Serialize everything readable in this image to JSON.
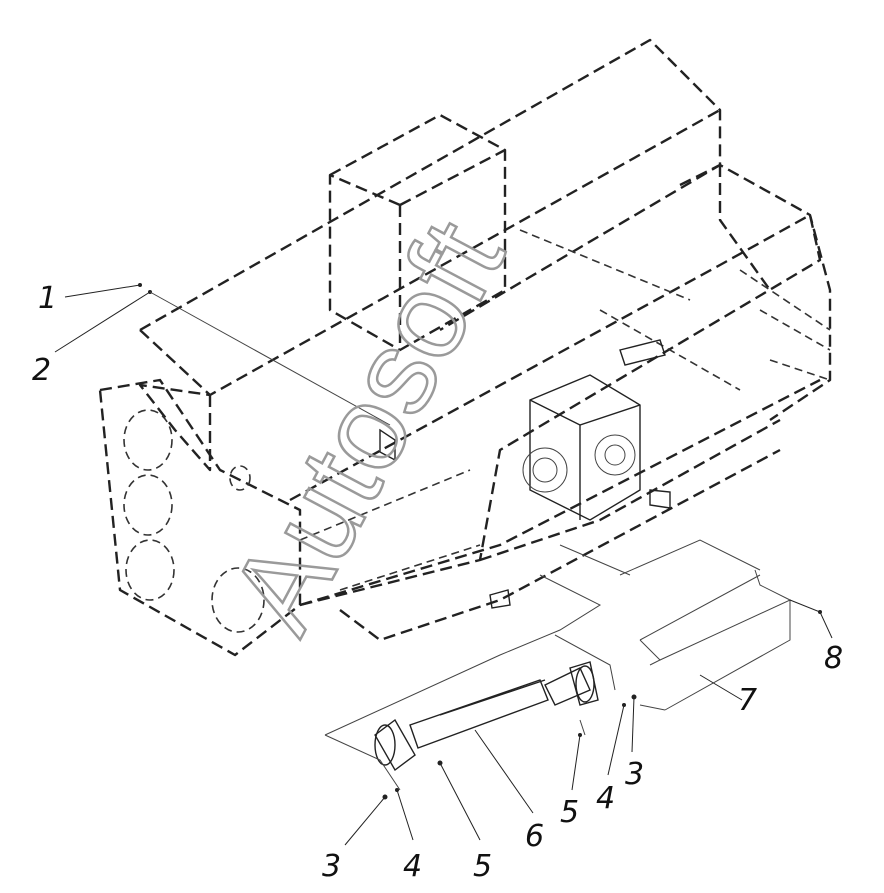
{
  "diagram": {
    "watermark": "Autosoft",
    "callouts": [
      {
        "id": "c1",
        "label": "1"
      },
      {
        "id": "c2",
        "label": "2"
      },
      {
        "id": "c3a",
        "label": "3"
      },
      {
        "id": "c3b",
        "label": "3"
      },
      {
        "id": "c4a",
        "label": "4"
      },
      {
        "id": "c4b",
        "label": "4"
      },
      {
        "id": "c5a",
        "label": "5"
      },
      {
        "id": "c5b",
        "label": "5"
      },
      {
        "id": "c6",
        "label": "6"
      },
      {
        "id": "c7",
        "label": "7"
      },
      {
        "id": "c8",
        "label": "8"
      }
    ]
  }
}
